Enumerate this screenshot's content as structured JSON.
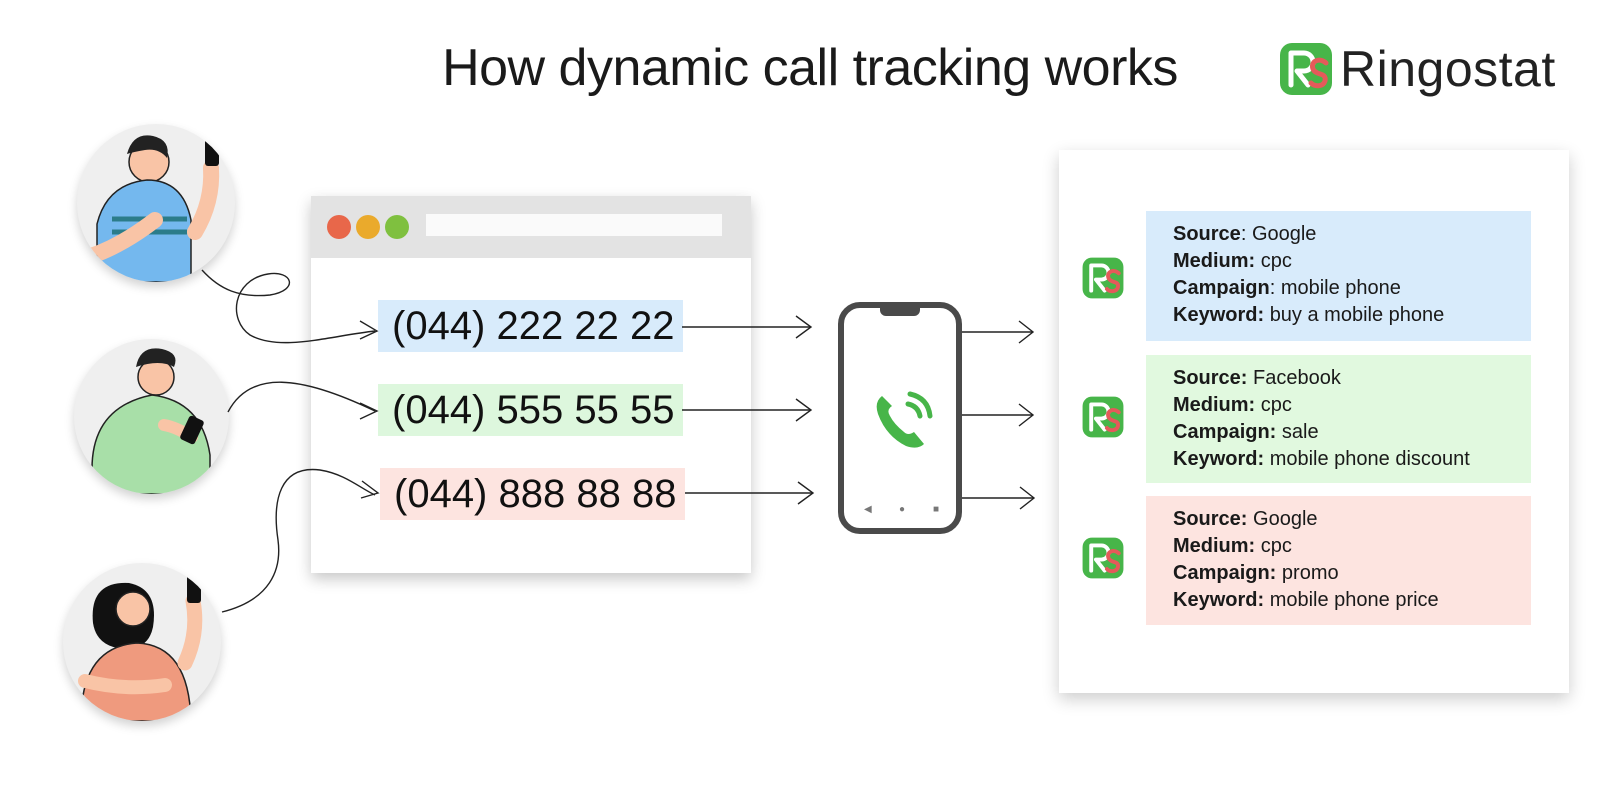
{
  "title": "How dynamic call tracking works",
  "brand": {
    "name": "Ringostat",
    "logo_icon": "ringostat-logo-icon",
    "accent": "#47b549"
  },
  "browser": {
    "dots": [
      "#e8674a",
      "#eaaa2c",
      "#7fc03f"
    ],
    "numbers": [
      {
        "text": "(044) 222 22 22",
        "color": "#d8ebfb"
      },
      {
        "text": "(044) 555 55 55",
        "color": "#ddf7dd"
      },
      {
        "text": "(044) 888 88 88",
        "color": "#fde4e0"
      }
    ]
  },
  "phone": {
    "icon": "phone-call-icon",
    "nav_icons": [
      "back-icon",
      "home-icon",
      "recent-apps-icon"
    ]
  },
  "records": [
    {
      "source_label": "Source",
      "source": "Google",
      "medium_label": "Medium:",
      "medium": "cpc",
      "campaign_label": "Campaign",
      "campaign": "mobile phone",
      "keyword_label": "Keyword:",
      "keyword": "buy a mobile phone",
      "color": "#d8ebfb"
    },
    {
      "source_label": "Source:",
      "source": "Facebook",
      "medium_label": "Medium:",
      "medium": "cpc",
      "campaign_label": "Campaign:",
      "campaign": "sale",
      "keyword_label": "Keyword:",
      "keyword": "mobile phone discount",
      "color": "#e1f9df"
    },
    {
      "source_label": "Source:",
      "source": "Google",
      "medium_label": "Medium:",
      "medium": "cpc",
      "campaign_label": "Campaign:",
      "campaign": "promo",
      "keyword_label": "Keyword:",
      "keyword": "mobile phone price",
      "color": "#fde4e0"
    }
  ]
}
